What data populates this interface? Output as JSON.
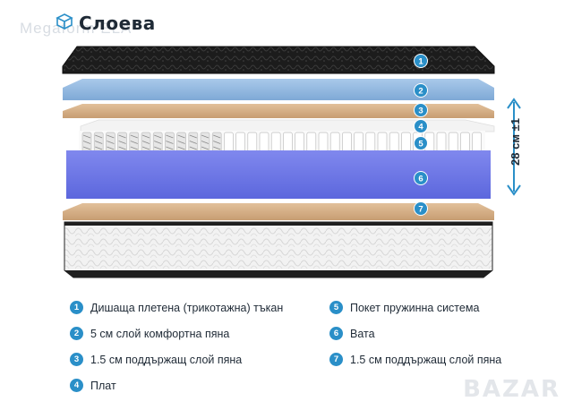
{
  "brand": {
    "name": "Слоева",
    "logo_icon": "cube-logo-icon"
  },
  "watermark_top": "Megaform ELA",
  "watermark_bottom": "BAZAR",
  "height_dimension": "28 см ±1",
  "layer_markers": [
    "1",
    "2",
    "3",
    "4",
    "5",
    "6",
    "7"
  ],
  "legend": [
    {
      "num": "1",
      "text": "Дишаща плетена (трикотажна) тъкан"
    },
    {
      "num": "2",
      "text": "5 см слой комфортна пяна"
    },
    {
      "num": "3",
      "text": "1.5 см поддържащ слой пяна"
    },
    {
      "num": "4",
      "text": "Плат"
    },
    {
      "num": "5",
      "text": "Покет пружинна система"
    },
    {
      "num": "6",
      "text": "Вата"
    },
    {
      "num": "7",
      "text": "1.5 см поддържащ слой пяна"
    }
  ],
  "colors": {
    "badge": "#2a8fc8",
    "arrow": "#2a8fc8",
    "top_fabric": "#1c1c1c",
    "comfort_foam": "#8fb8e0",
    "support_foam": "#d2ad86",
    "cloth": "#f1f1f1",
    "wadding": "#6d78e6",
    "base_fabric": "#eeeeee"
  }
}
